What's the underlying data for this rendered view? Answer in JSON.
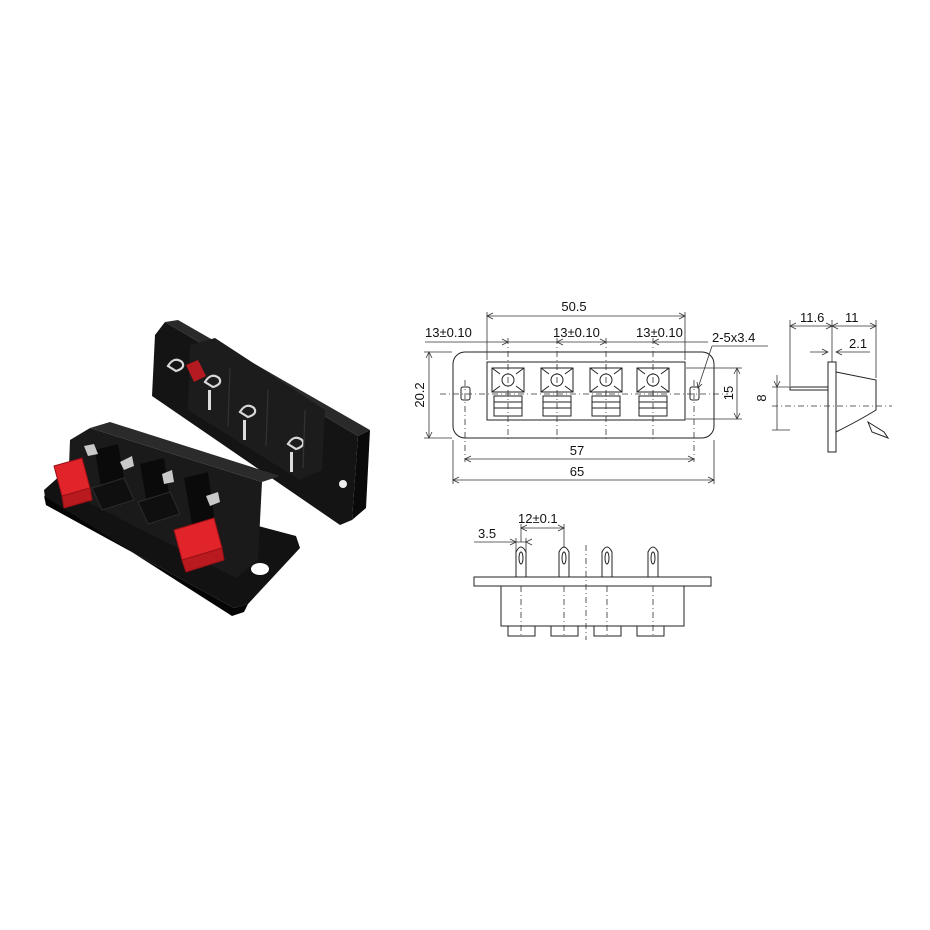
{
  "photo": {
    "alt": "speaker terminal strip photo",
    "colors": {
      "body": "#141414",
      "clip_red": "#e0242a",
      "metal": "#c9c9c9"
    }
  },
  "drawing": {
    "front_view": {
      "overall_width": "50.5",
      "pitch_left": "13±0.10",
      "pitch_mid": "13±0.10",
      "pitch_right": "13±0.10",
      "hole_spec": "2-5x3.4",
      "height_overall": "20.2",
      "height_body": "15",
      "hole_spacing": "57",
      "plate_length": "65"
    },
    "side_view": {
      "depth_a": "11.6",
      "depth_b": "11",
      "plate_thickness": "2.1",
      "pin_height": "8"
    },
    "bottom_view": {
      "edge_offset": "3.5",
      "pin_pitch": "12±0.1"
    }
  }
}
